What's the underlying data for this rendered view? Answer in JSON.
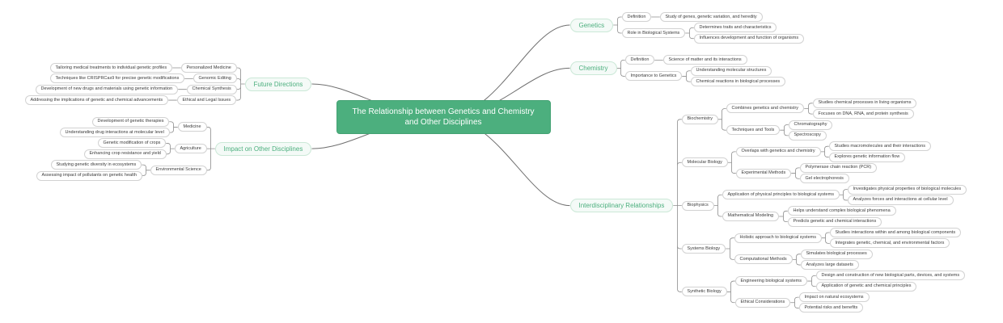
{
  "colors": {
    "root_bg": "#4caf7e",
    "root_text": "#ffffff",
    "branch_bg": "#f4faf7",
    "branch_border": "#cbe8d7",
    "branch_text": "#4caf7e",
    "node_bg": "#ffffff",
    "node_border": "#d2d2d2",
    "node_text": "#3a3a3a",
    "connector": "#8d8d8d"
  },
  "mindmap": {
    "root_label": "The Relationship between Genetics and Chemistry and Other Disciplines",
    "right": [
      {
        "label": "Genetics",
        "children": [
          {
            "label": "Definition",
            "children": [
              {
                "label": "Study of genes, genetic variation, and heredity"
              }
            ]
          },
          {
            "label": "Role in Biological Systems",
            "children": [
              {
                "label": "Determines traits and characteristics"
              },
              {
                "label": "Influences development and function of organisms"
              }
            ]
          }
        ]
      },
      {
        "label": "Chemistry",
        "children": [
          {
            "label": "Definition",
            "children": [
              {
                "label": "Science of matter and its interactions"
              }
            ]
          },
          {
            "label": "Importance to Genetics",
            "children": [
              {
                "label": "Understanding molecular structures"
              },
              {
                "label": "Chemical reactions in biological processes"
              }
            ]
          }
        ]
      },
      {
        "label": "Interdisciplinary Relationships",
        "children": [
          {
            "label": "Biochemistry",
            "children": [
              {
                "label": "Combines genetics and chemistry",
                "children": [
                  {
                    "label": "Studies chemical processes in living organisms"
                  },
                  {
                    "label": "Focuses on DNA, RNA, and protein synthesis"
                  }
                ]
              },
              {
                "label": "Techniques and Tools",
                "children": [
                  {
                    "label": "Chromatography"
                  },
                  {
                    "label": "Spectroscopy"
                  }
                ]
              }
            ]
          },
          {
            "label": "Molecular Biology",
            "children": [
              {
                "label": "Overlaps with genetics and chemistry",
                "children": [
                  {
                    "label": "Studies macromolecules and their interactions"
                  },
                  {
                    "label": "Explores genetic information flow"
                  }
                ]
              },
              {
                "label": "Experimental Methods",
                "children": [
                  {
                    "label": "Polymerase chain reaction (PCR)"
                  },
                  {
                    "label": "Gel electrophoresis"
                  }
                ]
              }
            ]
          },
          {
            "label": "Biophysics",
            "children": [
              {
                "label": "Application of physical principles to biological systems",
                "children": [
                  {
                    "label": "Investigates physical properties of biological molecules"
                  },
                  {
                    "label": "Analyzes forces and interactions at cellular level"
                  }
                ]
              },
              {
                "label": "Mathematical Modeling",
                "children": [
                  {
                    "label": "Helps understand complex biological phenomena"
                  },
                  {
                    "label": "Predicts genetic and chemical interactions"
                  }
                ]
              }
            ]
          },
          {
            "label": "Systems Biology",
            "children": [
              {
                "label": "Holistic approach to biological systems",
                "children": [
                  {
                    "label": "Studies interactions within and among biological components"
                  },
                  {
                    "label": "Integrates genetic, chemical, and environmental factors"
                  }
                ]
              },
              {
                "label": "Computational Methods",
                "children": [
                  {
                    "label": "Simulates biological processes"
                  },
                  {
                    "label": "Analyzes large datasets"
                  }
                ]
              }
            ]
          },
          {
            "label": "Synthetic Biology",
            "children": [
              {
                "label": "Engineering biological systems",
                "children": [
                  {
                    "label": "Design and construction of new biological parts, devices, and systems"
                  },
                  {
                    "label": "Application of genetic and chemical principles"
                  }
                ]
              },
              {
                "label": "Ethical Considerations",
                "children": [
                  {
                    "label": "Impact on natural ecosystems"
                  },
                  {
                    "label": "Potential risks and benefits"
                  }
                ]
              }
            ]
          }
        ]
      }
    ],
    "left": [
      {
        "label": "Future Directions",
        "children": [
          {
            "label": "Personalized Medicine",
            "children": [
              {
                "label": "Tailoring medical treatments to individual genetic profiles"
              }
            ]
          },
          {
            "label": "Genomic Editing",
            "children": [
              {
                "label": "Techniques like CRISPRCas9 for precise genetic modifications"
              }
            ]
          },
          {
            "label": "Chemical Synthesis",
            "children": [
              {
                "label": "Development of new drugs and materials using genetic information"
              }
            ]
          },
          {
            "label": "Ethical and Legal Issues",
            "children": [
              {
                "label": "Addressing the implications of genetic and chemical advancements"
              }
            ]
          }
        ]
      },
      {
        "label": "Impact on Other Disciplines",
        "children": [
          {
            "label": "Medicine",
            "children": [
              {
                "label": "Development of genetic therapies"
              },
              {
                "label": "Understanding drug interactions at molecular level"
              }
            ]
          },
          {
            "label": "Agriculture",
            "children": [
              {
                "label": "Genetic modification of crops"
              },
              {
                "label": "Enhancing crop resistance and yield"
              }
            ]
          },
          {
            "label": "Environmental Science",
            "children": [
              {
                "label": "Studying genetic diversity in ecosystems"
              },
              {
                "label": "Assessing impact of pollutants on genetic health"
              }
            ]
          }
        ]
      }
    ]
  }
}
